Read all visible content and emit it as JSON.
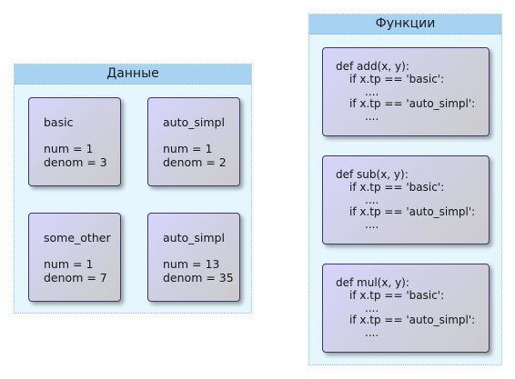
{
  "data_group": {
    "title": "Данные",
    "cards": [
      {
        "name": "basic",
        "num": "num = 1",
        "denom": "denom = 3"
      },
      {
        "name": "auto_simpl",
        "num": "num = 1",
        "denom": "denom = 2"
      },
      {
        "name": "some_other",
        "num": "num = 1",
        "denom": "denom = 7"
      },
      {
        "name": "auto_simpl",
        "num": "num = 13",
        "denom": "denom = 35"
      }
    ]
  },
  "functions_group": {
    "title": "Функции",
    "cards": [
      {
        "def": "def add(x, y):",
        "cond1": "if x.tp == 'basic':",
        "dots1": "....",
        "cond2": "if x.tp == 'auto_simpl':",
        "dots2": "...."
      },
      {
        "def": "def sub(x, y):",
        "cond1": "if x.tp == 'basic':",
        "dots1": "....",
        "cond2": "if x.tp == 'auto_simpl':",
        "dots2": "...."
      },
      {
        "def": "def mul(x, y):",
        "cond1": "if x.tp == 'basic':",
        "dots1": "....",
        "cond2": "if x.tp == 'auto_simpl':",
        "dots2": "...."
      }
    ]
  }
}
